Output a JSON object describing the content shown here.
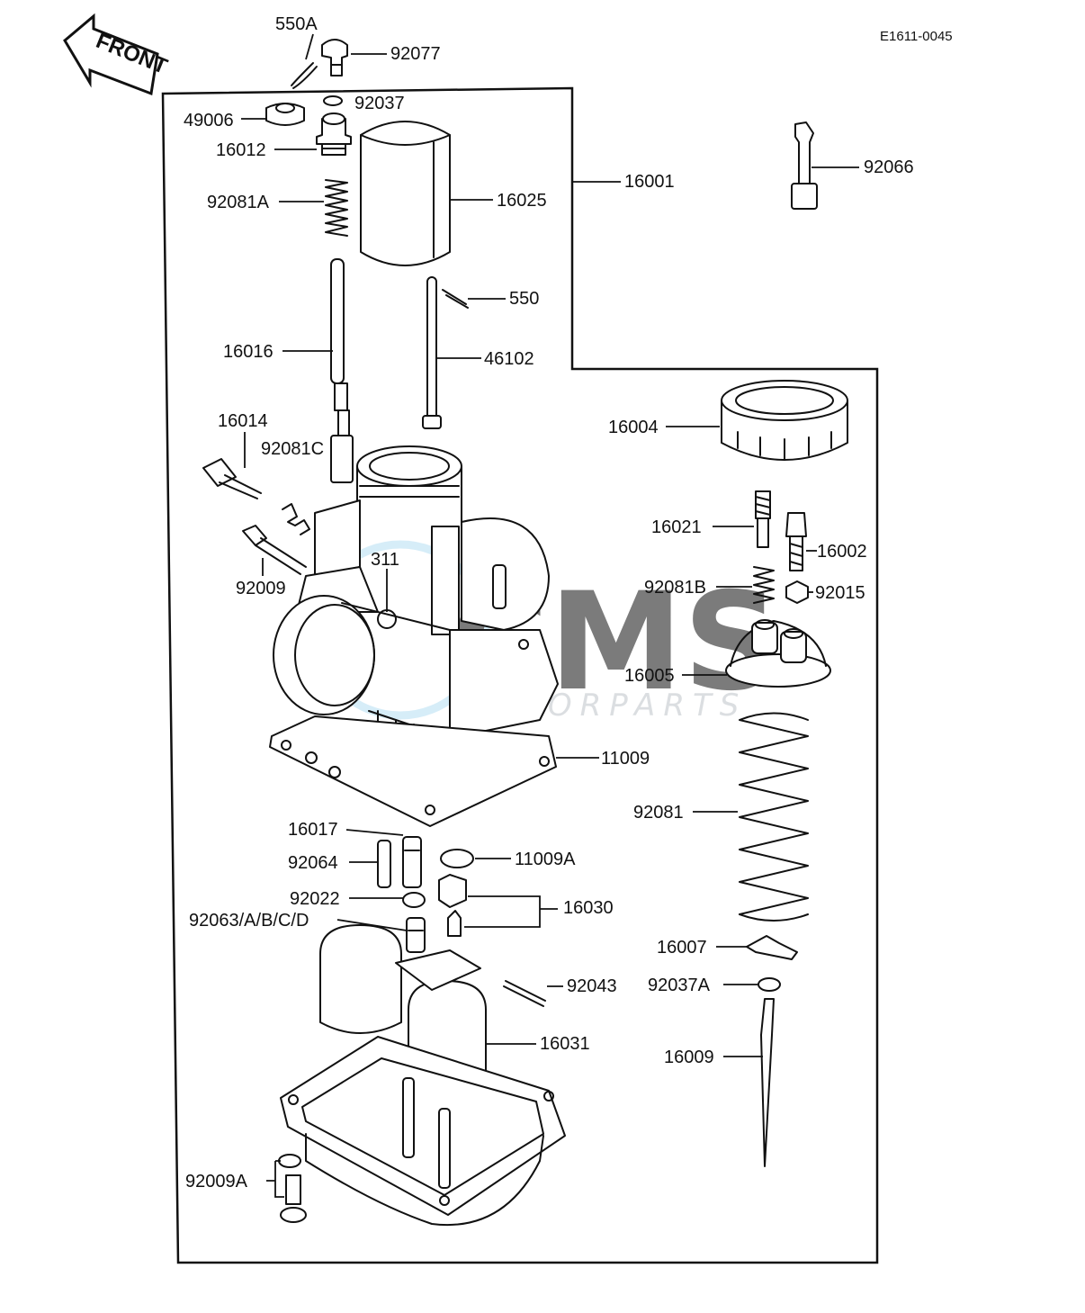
{
  "diagram": {
    "ref_code": "E1611-0045",
    "front_label": "FRONT",
    "watermark": {
      "brand": "CMS",
      "sub": "MOTORPARTS"
    },
    "labels": [
      {
        "id": "550A",
        "text": "550A"
      },
      {
        "id": "92077",
        "text": "92077"
      },
      {
        "id": "92037",
        "text": "92037"
      },
      {
        "id": "49006",
        "text": "49006"
      },
      {
        "id": "16012",
        "text": "16012"
      },
      {
        "id": "16001",
        "text": "16001"
      },
      {
        "id": "92066",
        "text": "92066"
      },
      {
        "id": "92081A",
        "text": "92081A"
      },
      {
        "id": "16025",
        "text": "16025"
      },
      {
        "id": "550",
        "text": "550"
      },
      {
        "id": "16016",
        "text": "16016"
      },
      {
        "id": "46102",
        "text": "46102"
      },
      {
        "id": "16014",
        "text": "16014"
      },
      {
        "id": "92081C",
        "text": "92081C"
      },
      {
        "id": "16004",
        "text": "16004"
      },
      {
        "id": "16021",
        "text": "16021"
      },
      {
        "id": "16002",
        "text": "16002"
      },
      {
        "id": "311",
        "text": "311"
      },
      {
        "id": "92009",
        "text": "92009"
      },
      {
        "id": "92081B",
        "text": "92081B"
      },
      {
        "id": "92015",
        "text": "92015"
      },
      {
        "id": "16005",
        "text": "16005"
      },
      {
        "id": "11009",
        "text": "11009"
      },
      {
        "id": "92081",
        "text": "92081"
      },
      {
        "id": "16017",
        "text": "16017"
      },
      {
        "id": "92064",
        "text": "92064"
      },
      {
        "id": "11009A",
        "text": "11009A"
      },
      {
        "id": "92022",
        "text": "92022"
      },
      {
        "id": "16030",
        "text": "16030"
      },
      {
        "id": "92063ABCD",
        "text": "92063/A/B/C/D"
      },
      {
        "id": "16007",
        "text": "16007"
      },
      {
        "id": "92043",
        "text": "92043"
      },
      {
        "id": "92037A",
        "text": "92037A"
      },
      {
        "id": "16031",
        "text": "16031"
      },
      {
        "id": "16009",
        "text": "16009"
      },
      {
        "id": "92009A",
        "text": "92009A"
      }
    ]
  }
}
